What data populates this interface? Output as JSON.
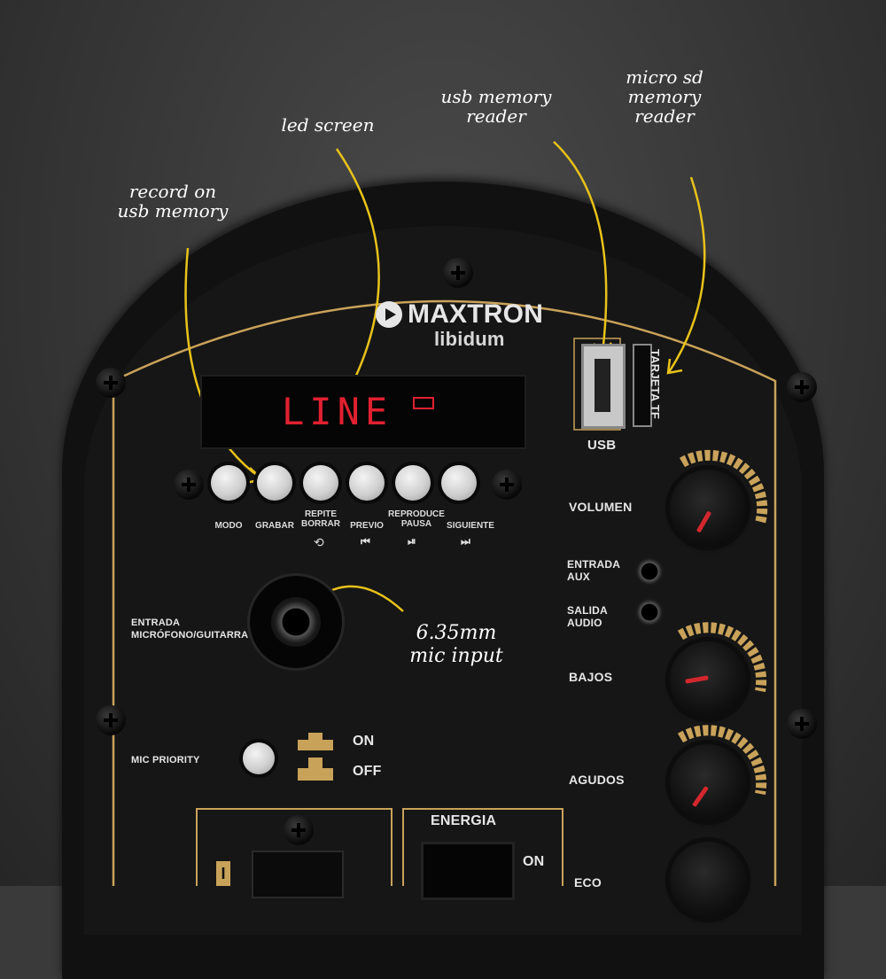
{
  "annotations": {
    "record": "record on\nusb memory",
    "led": "led screen",
    "usb_reader": "usb memory\nreader",
    "sd_reader": "micro sd\nmemory\nreader",
    "mic_input": "6.35mm\nmic input"
  },
  "brand": {
    "name": "MAXTRON",
    "model": "libidum"
  },
  "display": {
    "text": "LINE"
  },
  "ports": {
    "usb": "USB",
    "tf": "TARJETA TF"
  },
  "buttons": [
    {
      "label": "MODO",
      "icon": ""
    },
    {
      "label": "GRABAR",
      "icon": ""
    },
    {
      "label": "REPITE\nBORRAR",
      "icon": "repeat-icon"
    },
    {
      "label": "PREVIO",
      "icon": "previous-icon"
    },
    {
      "label": "REPRODUCE\nPAUSA",
      "icon": "play-pause-icon"
    },
    {
      "label": "SIGUIENTE",
      "icon": "next-icon"
    }
  ],
  "controls": {
    "volumen": "VOLUMEN",
    "entrada_aux": "ENTRADA\nAUX",
    "salida_audio": "SALIDA\nAUDIO",
    "bajos": "BAJOS",
    "agudos": "AGUDOS",
    "eco": "ECO"
  },
  "mic_input_label": "ENTRADA\nMICRÓFONO/GUITARRA",
  "mic_priority": {
    "label": "MIC PRIORITY",
    "on": "ON",
    "off": "OFF"
  },
  "power": {
    "label": "ENERGIA",
    "on": "ON",
    "marker": "I"
  },
  "colors": {
    "accent": "#c9a25a",
    "arrow": "#e8c21a",
    "display": "#e02030"
  }
}
